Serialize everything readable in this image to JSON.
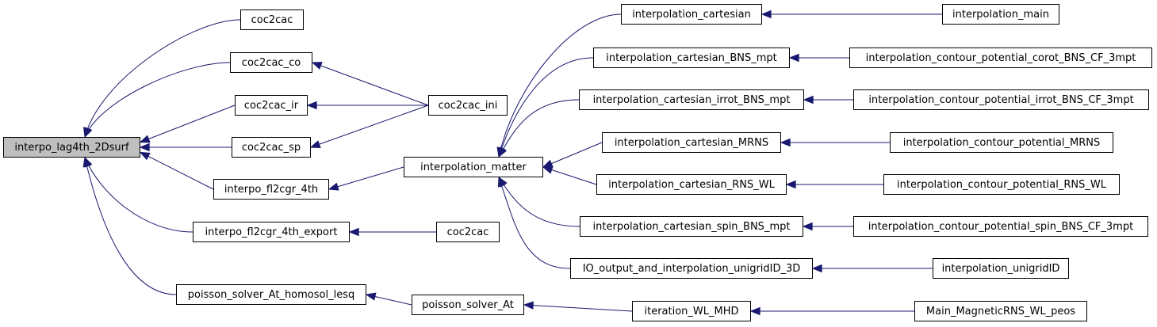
{
  "graph": {
    "nodes": {
      "root": "interpo_lag4th_2Dsurf",
      "coc2cac_top": "coc2cac",
      "coc2cac_co": "coc2cac_co",
      "coc2cac_ir": "coc2cac_ir",
      "coc2cac_sp": "coc2cac_sp",
      "interpo_fl2cgr_4th": "interpo_fl2cgr_4th",
      "interpo_fl2cgr_4th_export": "interpo_fl2cgr_4th_export",
      "poisson_solver_At_homosol_lesq": "poisson_solver_At_homosol_lesq",
      "coc2cac_ini": "coc2cac_ini",
      "interpolation_matter": "interpolation_matter",
      "coc2cac_bottom": "coc2cac",
      "poisson_solver_At": "poisson_solver_At",
      "interpolation_cartesian": "interpolation_cartesian",
      "interpolation_cartesian_BNS_mpt": "interpolation_cartesian_BNS_mpt",
      "interpolation_cartesian_irrot_BNS_mpt": "interpolation_cartesian_irrot_BNS_mpt",
      "interpolation_cartesian_MRNS": "interpolation_cartesian_MRNS",
      "interpolation_cartesian_RNS_WL": "interpolation_cartesian_RNS_WL",
      "interpolation_cartesian_spin_BNS_mpt": "interpolation_cartesian_spin_BNS_mpt",
      "IO_output_and_interpolation_unigridID_3D": "IO_output_and_interpolation_unigridID_3D",
      "iteration_WL_MHD": "iteration_WL_MHD",
      "interpolation_main": "interpolation_main",
      "interpolation_contour_potential_corot_BNS_CF_3mpt": "interpolation_contour_potential_corot_BNS_CF_3mpt",
      "interpolation_contour_potential_irrot_BNS_CF_3mpt": "interpolation_contour_potential_irrot_BNS_CF_3mpt",
      "interpolation_contour_potential_MRNS": "interpolation_contour_potential_MRNS",
      "interpolation_contour_potential_RNS_WL": "interpolation_contour_potential_RNS_WL",
      "interpolation_contour_potential_spin_BNS_CF_3mpt": "interpolation_contour_potential_spin_BNS_CF_3mpt",
      "interpolation_unigridID": "interpolation_unigridID",
      "Main_MagneticRNS_WL_peos": "Main_MagneticRNS_WL_peos"
    },
    "edges": [
      [
        "coc2cac_top",
        "root"
      ],
      [
        "coc2cac_co",
        "root"
      ],
      [
        "coc2cac_ir",
        "root"
      ],
      [
        "coc2cac_sp",
        "root"
      ],
      [
        "interpo_fl2cgr_4th",
        "root"
      ],
      [
        "interpo_fl2cgr_4th_export",
        "root"
      ],
      [
        "poisson_solver_At_homosol_lesq",
        "root"
      ],
      [
        "coc2cac_ini",
        "coc2cac_co"
      ],
      [
        "coc2cac_ini",
        "coc2cac_ir"
      ],
      [
        "coc2cac_ini",
        "coc2cac_sp"
      ],
      [
        "interpolation_matter",
        "interpo_fl2cgr_4th"
      ],
      [
        "coc2cac_bottom",
        "interpo_fl2cgr_4th_export"
      ],
      [
        "poisson_solver_At",
        "poisson_solver_At_homosol_lesq"
      ],
      [
        "interpolation_cartesian",
        "interpolation_matter"
      ],
      [
        "interpolation_cartesian_BNS_mpt",
        "interpolation_matter"
      ],
      [
        "interpolation_cartesian_irrot_BNS_mpt",
        "interpolation_matter"
      ],
      [
        "interpolation_cartesian_MRNS",
        "interpolation_matter"
      ],
      [
        "interpolation_cartesian_RNS_WL",
        "interpolation_matter"
      ],
      [
        "interpolation_cartesian_spin_BNS_mpt",
        "interpolation_matter"
      ],
      [
        "IO_output_and_interpolation_unigridID_3D",
        "interpolation_matter"
      ],
      [
        "iteration_WL_MHD",
        "poisson_solver_At"
      ],
      [
        "interpolation_main",
        "interpolation_cartesian"
      ],
      [
        "interpolation_contour_potential_corot_BNS_CF_3mpt",
        "interpolation_cartesian_BNS_mpt"
      ],
      [
        "interpolation_contour_potential_irrot_BNS_CF_3mpt",
        "interpolation_cartesian_irrot_BNS_mpt"
      ],
      [
        "interpolation_contour_potential_MRNS",
        "interpolation_cartesian_MRNS"
      ],
      [
        "interpolation_contour_potential_RNS_WL",
        "interpolation_cartesian_RNS_WL"
      ],
      [
        "interpolation_contour_potential_spin_BNS_CF_3mpt",
        "interpolation_cartesian_spin_BNS_mpt"
      ],
      [
        "interpolation_unigridID",
        "IO_output_and_interpolation_unigridID_3D"
      ],
      [
        "Main_MagneticRNS_WL_peos",
        "iteration_WL_MHD"
      ]
    ],
    "colors": {
      "edge": "#191970",
      "node_border": "#000000",
      "node_fill": "#ffffff",
      "focus_fill": "#bfbfbf"
    }
  }
}
